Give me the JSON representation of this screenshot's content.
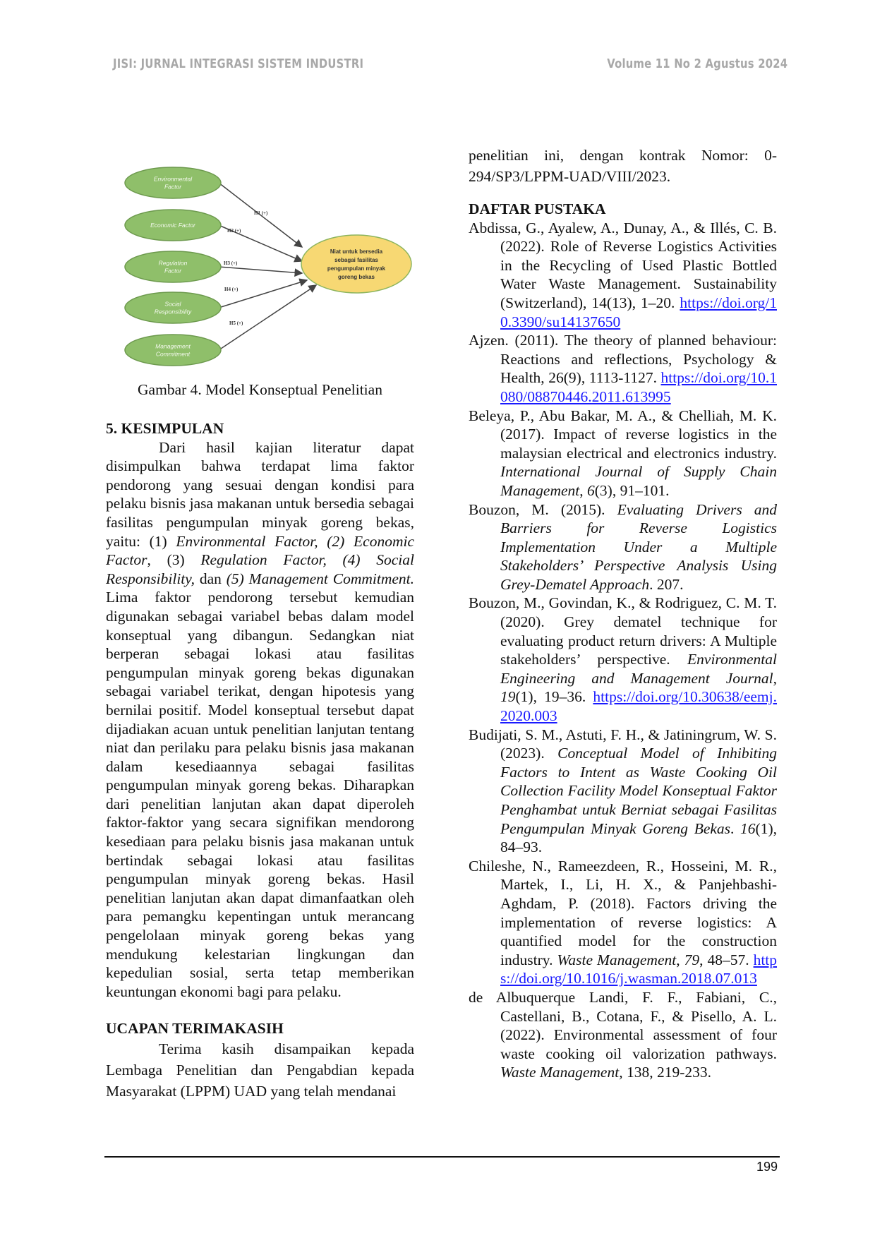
{
  "header": {
    "journal": "JISI: JURNAL INTEGRASI SISTEM INDUSTRI",
    "volume": "Volume 11 No 2 Agustus 2024"
  },
  "figure": {
    "factors": [
      "Environmental Factor",
      "Economic Factor",
      "Regulation Factor",
      "Social Responsibility",
      "Management Commitment"
    ],
    "hypotheses": [
      "H1 (+)",
      "H2 (+)",
      "H3 (+)",
      "H4 (+)",
      "H5 (+)"
    ],
    "outcome": [
      "Niat untuk bersedia",
      "sebagai fasilitas",
      "pengumpulan minyak",
      "goreng bekas"
    ],
    "caption": "Gambar 4. Model Konseptual Penelitian",
    "colors": {
      "factor": "#8fbf6a",
      "outcome": "#f7d873"
    }
  },
  "conclusion": {
    "heading": "5.  KESIMPULAN",
    "parts": [
      {
        "t": "Dari hasil kajian literatur dapat disimpulkan bahwa terdapat lima faktor pendorong yang sesuai dengan kondisi para pelaku bisnis jasa makanan untuk bersedia sebagai fasilitas pengumpulan minyak goreng bekas, yaitu: (1) "
      },
      {
        "t": "Environmental Factor, (2) Economic Factor",
        "i": true
      },
      {
        "t": ", (3) "
      },
      {
        "t": "Regulation Factor, (4) Social Responsibility,",
        "i": true
      },
      {
        "t": " dan "
      },
      {
        "t": "(5) Management Commitment.",
        "i": true
      },
      {
        "t": " Lima faktor pendorong tersebut kemudian digunakan sebagai variabel bebas dalam model konseptual yang dibangun. Sedangkan niat berperan sebagai lokasi atau fasilitas pengumpulan minyak goreng bekas digunakan sebagai variabel terikat, dengan hipotesis yang bernilai positif. Model konseptual tersebut dapat dijadiakan acuan untuk penelitian lanjutan tentang niat dan perilaku para pelaku bisnis jasa makanan dalam kesediaannya sebagai fasilitas pengumpulan minyak goreng bekas. Diharapkan dari penelitian lanjutan akan dapat diperoleh faktor-faktor yang secara signifikan mendorong kesediaan para pelaku bisnis jasa makanan untuk bertindak sebagai lokasi atau fasilitas pengumpulan minyak goreng bekas. Hasil penelitian lanjutan akan dapat dimanfaatkan oleh para pemangku kepentingan untuk merancang pengelolaan minyak goreng bekas yang mendukung kelestarian lingkungan dan kepedulian sosial, serta tetap memberikan keuntungan ekonomi bagi para pelaku."
      }
    ]
  },
  "thanks": {
    "heading": "UCAPAN TERIMAKASIH",
    "text": "Terima kasih disampaikan kepada Lembaga Penelitian dan Pengabdian kepada Masyarakat (LPPM) UAD yang telah mendanai",
    "continued": "penelitian ini, dengan kontrak Nomor: 0-294/SP3/LPPM-UAD/VIII/2023."
  },
  "references": {
    "heading": "DAFTAR PUSTAKA",
    "items": [
      {
        "parts": [
          {
            "t": "Abdissa, G., Ayalew, A., Dunay, A., & Illés, C. B. (2022). Role of Reverse Logistics Activities in the Recycling of Used Plastic Bottled Water Waste Management. Sustainability (Switzerland), 14(13), 1–20. "
          }
        ],
        "url": "https://doi.org/10.3390/su14137650"
      },
      {
        "parts": [
          {
            "t": "Ajzen. (2011). The theory of planned behaviour: Reactions and reflections, Psychology & Health, 26(9), 1113-1127. "
          }
        ],
        "url": "https://doi.org/10.1080/08870446.2011.613995"
      },
      {
        "parts": [
          {
            "t": " Beleya, P., Abu Bakar, M. A., & Chelliah, M. K. (2017). Impact of reverse logistics in the malaysian electrical and electronics industry. "
          },
          {
            "t": "International Journal of Supply Chain Management",
            "i": true
          },
          {
            "t": ", "
          },
          {
            "t": "6",
            "i": true
          },
          {
            "t": "(3), 91–101."
          }
        ]
      },
      {
        "parts": [
          {
            "t": "Bouzon, M. (2015). "
          },
          {
            "t": "Evaluating Drivers and Barriers for Reverse Logistics Implementation Under a Multiple Stakeholders’ Perspective Analysis Using Grey-Dematel Approach",
            "i": true
          },
          {
            "t": ". 207."
          }
        ]
      },
      {
        "parts": [
          {
            "t": "Bouzon, M., Govindan, K., & Rodriguez, C. M. T. (2020). Grey dematel technique for evaluating product return drivers: A Multiple stakeholders’ perspective. "
          },
          {
            "t": "Environmental Engineering and Management Journal",
            "i": true
          },
          {
            "t": ", "
          },
          {
            "t": "19",
            "i": true
          },
          {
            "t": "(1), 19–36. "
          }
        ],
        "url": "https://doi.org/10.30638/eemj.2020.003"
      },
      {
        "parts": [
          {
            "t": "Budijati, S. M., Astuti, F. H., & Jatiningrum, W. S. (2023). "
          },
          {
            "t": "Conceptual Model of Inhibiting Factors to Intent as Waste Cooking Oil Collection Facility Model Konseptual Faktor Penghambat untuk Berniat sebagai Fasilitas Pengumpulan Minyak Goreng Bekas",
            "i": true
          },
          {
            "t": ". "
          },
          {
            "t": "16",
            "i": true
          },
          {
            "t": "(1), 84–93."
          }
        ]
      },
      {
        "parts": [
          {
            "t": "Chileshe, N., Rameezdeen, R., Hosseini, M. R., Martek, I., Li, H. X., & Panjehbashi-Aghdam, P. (2018). Factors driving the implementation of reverse logistics: A quantified model for the construction industry. "
          },
          {
            "t": "Waste Management",
            "i": true
          },
          {
            "t": ", "
          },
          {
            "t": "79",
            "i": true
          },
          {
            "t": ", 48–57. "
          }
        ],
        "url": "https://doi.org/10.1016/j.wasman.2018.07.013"
      },
      {
        "parts": [
          {
            "t": "de Albuquerque Landi, F. F., Fabiani, C., Castellani, B., Cotana, F., & Pisello, A. L. (2022). Environmental assessment of four waste cooking oil valorization pathways. "
          },
          {
            "t": "Waste Management",
            "i": true
          },
          {
            "t": ", 138, 219-233."
          }
        ]
      }
    ]
  },
  "footer": {
    "page": "199"
  }
}
